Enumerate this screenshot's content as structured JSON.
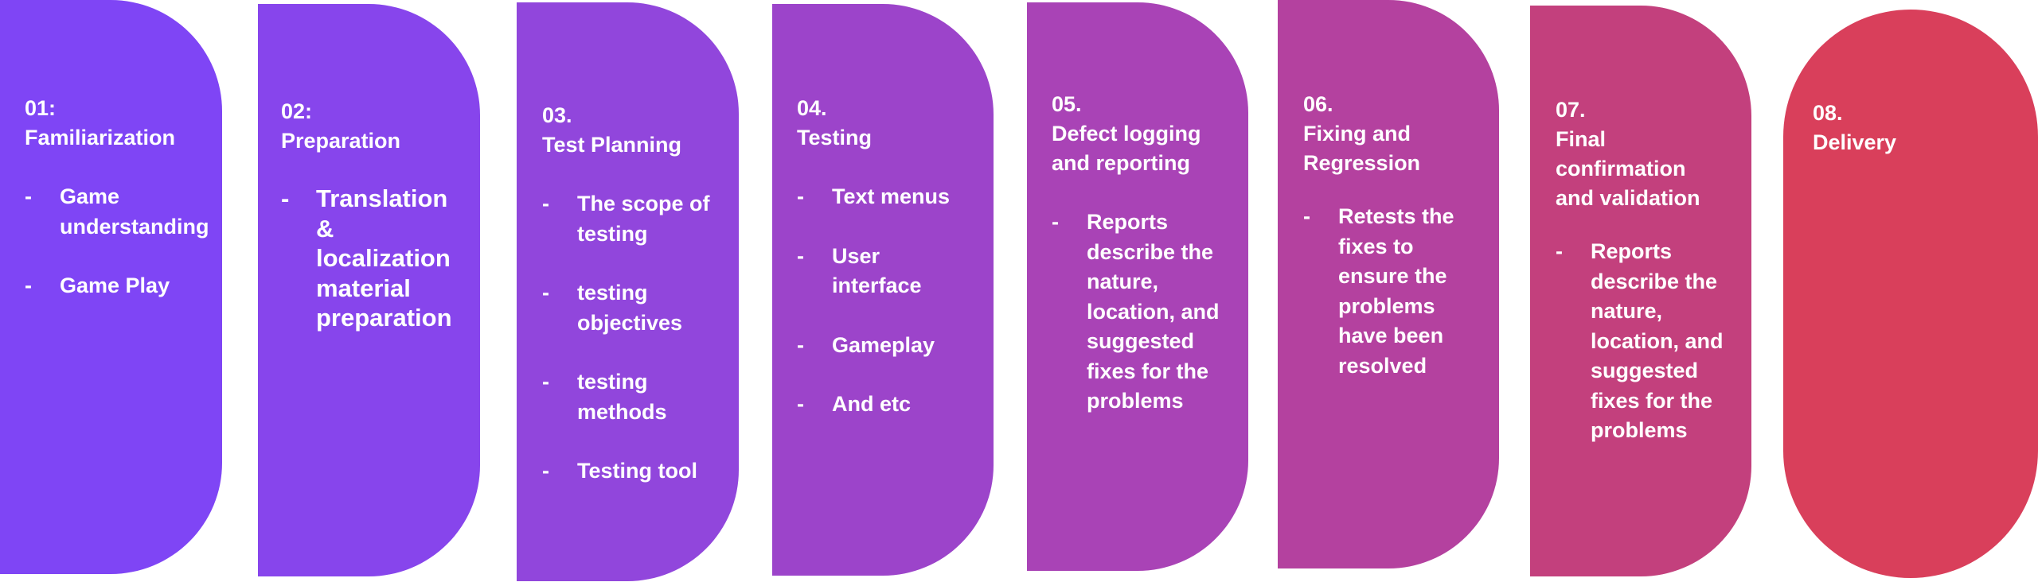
{
  "steps": [
    {
      "number": "01:",
      "title": "Familiarization",
      "color": "#7f45f5",
      "items": [
        "Game understanding",
        "Game Play"
      ]
    },
    {
      "number": "02:",
      "title": "Preparation",
      "color": "#8745ec",
      "items": [
        "Translation & localization material preparation"
      ]
    },
    {
      "number": "03.",
      "title": "Test Planning",
      "color": "#9146dc",
      "items": [
        "The scope of testing",
        "testing objectives",
        "testing methods",
        "Testing tool"
      ]
    },
    {
      "number": "04.",
      "title": "Testing",
      "color": "#9c44ca",
      "items": [
        "Text menus",
        "User interface",
        "Gameplay",
        "And etc"
      ]
    },
    {
      "number": "05.",
      "title": "Defect logging and reporting",
      "color": "#a943b6",
      "items": [
        "Reports describe the nature, location, and suggested fixes for the problems"
      ]
    },
    {
      "number": "06.",
      "title": "Fixing and Regression",
      "color": "#b4419f",
      "items": [
        "Retests the fixes to ensure the problems have been resolved"
      ]
    },
    {
      "number": "07.",
      "title": "Final confirmation and validation",
      "color": "#c3407d",
      "items": [
        "Reports describe the nature, location, and suggested fixes for the problems"
      ]
    },
    {
      "number": "08.",
      "title": "Delivery",
      "color": "#d93f5b",
      "items": []
    }
  ],
  "bullet_marker": "-"
}
